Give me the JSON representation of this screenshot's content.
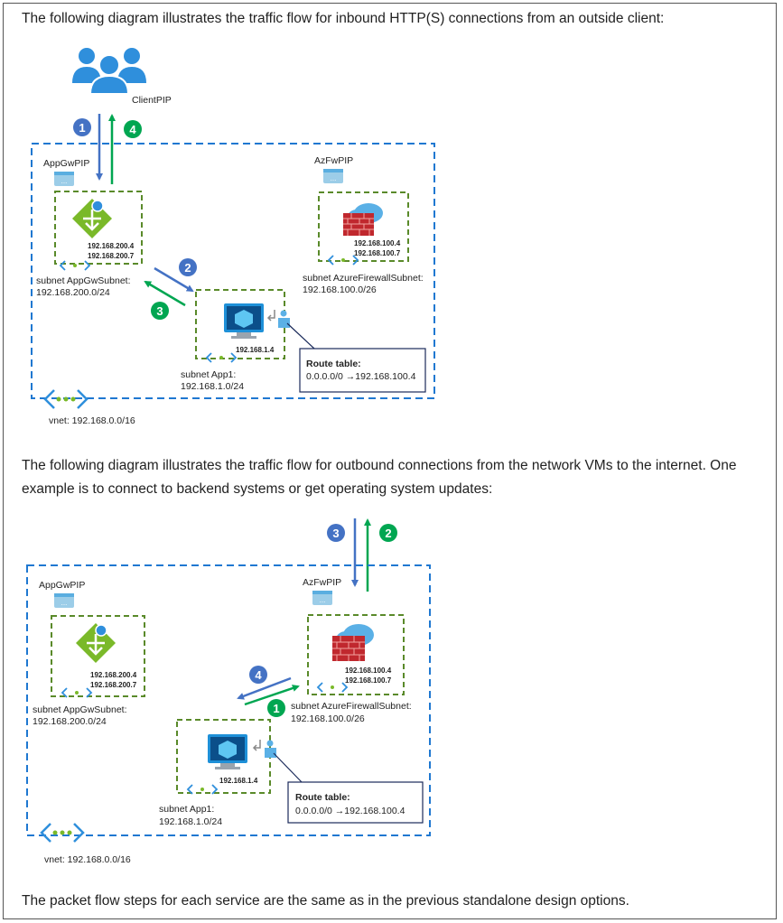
{
  "paragraphs": {
    "inbound_intro": "The following diagram illustrates the traffic flow for inbound HTTP(S) connections from an outside client:",
    "outbound_intro": "The following diagram illustrates the traffic flow for outbound connections from the network VMs to the internet. One example is to connect to backend systems or get operating system updates:",
    "closing": "The packet flow steps for each service are the same as in the previous standalone design options."
  },
  "inbound": {
    "client_label": "ClientPIP",
    "appgw_pip": "AppGwPIP",
    "azfw_pip": "AzFwPIP",
    "appgw_ip1": "192.168.200.4",
    "appgw_ip2": "192.168.200.7",
    "azfw_ip1": "192.168.100.4",
    "azfw_ip2": "192.168.100.7",
    "vm_ip": "192.168.1.4",
    "subnet_appgw": "subnet AppGwSubnet:",
    "subnet_appgw_cidr": "192.168.200.0/24",
    "subnet_azfw": "subnet AzureFirewallSubnet:",
    "subnet_azfw_cidr": "192.168.100.0/26",
    "subnet_app1": "subnet App1:",
    "subnet_app1_cidr": "192.168.1.0/24",
    "route_title": "Route table:",
    "route_value": "0.0.0.0/0 →192.168.100.4",
    "vnet": "vnet: 192.168.0.0/16",
    "steps": [
      "1",
      "2",
      "3",
      "4"
    ]
  },
  "outbound": {
    "appgw_pip": "AppGwPIP",
    "azfw_pip": "AzFwPIP",
    "appgw_ip1": "192.168.200.4",
    "appgw_ip2": "192.168.200.7",
    "azfw_ip1": "192.168.100.4",
    "azfw_ip2": "192.168.100.7",
    "vm_ip": "192.168.1.4",
    "subnet_appgw": "subnet AppGwSubnet:",
    "subnet_appgw_cidr": "192.168.200.0/24",
    "subnet_azfw": "subnet AzureFirewallSubnet:",
    "subnet_azfw_cidr": "192.168.100.0/26",
    "subnet_app1": "subnet App1:",
    "subnet_app1_cidr": "192.168.1.0/24",
    "route_title": "Route table:",
    "route_value": "0.0.0.0/0 →192.168.100.4",
    "vnet": "vnet: 192.168.0.0/16",
    "steps": [
      "1",
      "2",
      "3",
      "4"
    ]
  },
  "colors": {
    "blue_step": "#4472c4",
    "green_step": "#00a651",
    "dash_blue": "#1f78d1",
    "dash_green": "#5a8a2a",
    "appgw_green": "#7ab929",
    "firewall_red": "#c0282e",
    "vm_blue": "#1e90d8"
  }
}
